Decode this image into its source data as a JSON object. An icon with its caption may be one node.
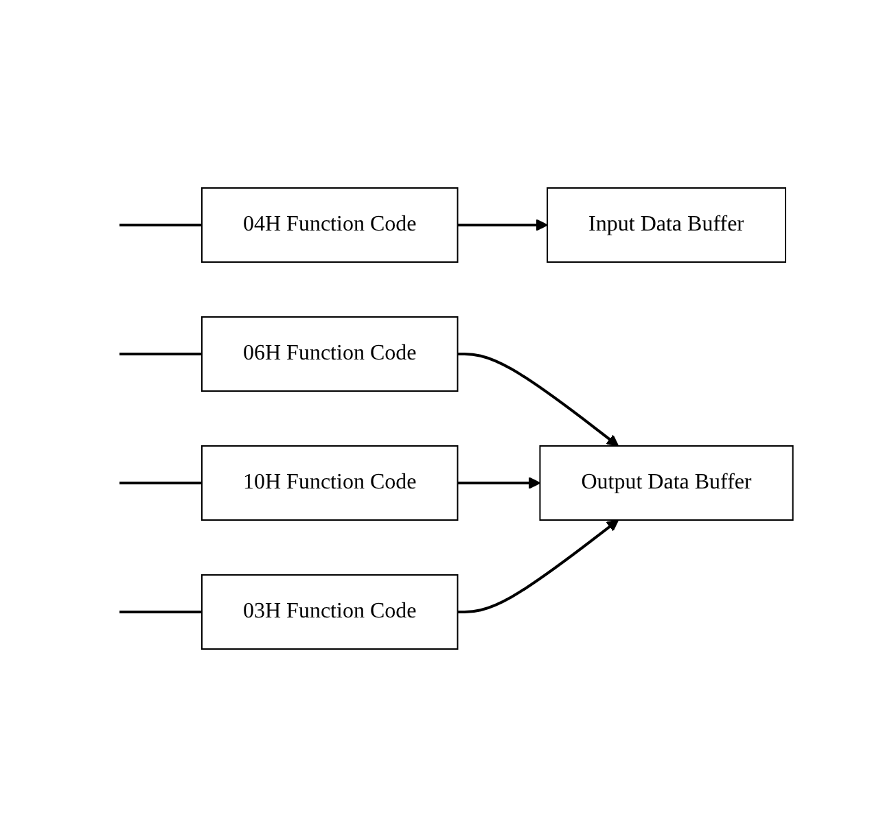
{
  "diagram": {
    "nodes": [
      {
        "text": [
          "04H Function Code"
        ]
      },
      {
        "text": [
          "Input Data Buffer"
        ]
      },
      {
        "text": [
          "06H Function Code"
        ]
      },
      {
        "text": [
          "Output Data Buffer"
        ]
      },
      {
        "text": [
          "10H Function Code"
        ]
      },
      {
        "text": [
          "03H Function Code"
        ]
      }
    ],
    "edges": [
      {
        "from": null,
        "to": 0,
        "arrow": "none"
      },
      {
        "from": 0,
        "to": 1,
        "arrow": "to"
      },
      {
        "from": null,
        "to": 2,
        "arrow": "none"
      },
      {
        "from": 2,
        "to": 3,
        "arrow": "to"
      },
      {
        "from": null,
        "to": 4,
        "arrow": "none"
      },
      {
        "from": 4,
        "to": 3,
        "arrow": "to"
      },
      {
        "from": null,
        "to": 5,
        "arrow": "none"
      },
      {
        "from": 5,
        "to": 3,
        "arrow": "to"
      }
    ]
  }
}
